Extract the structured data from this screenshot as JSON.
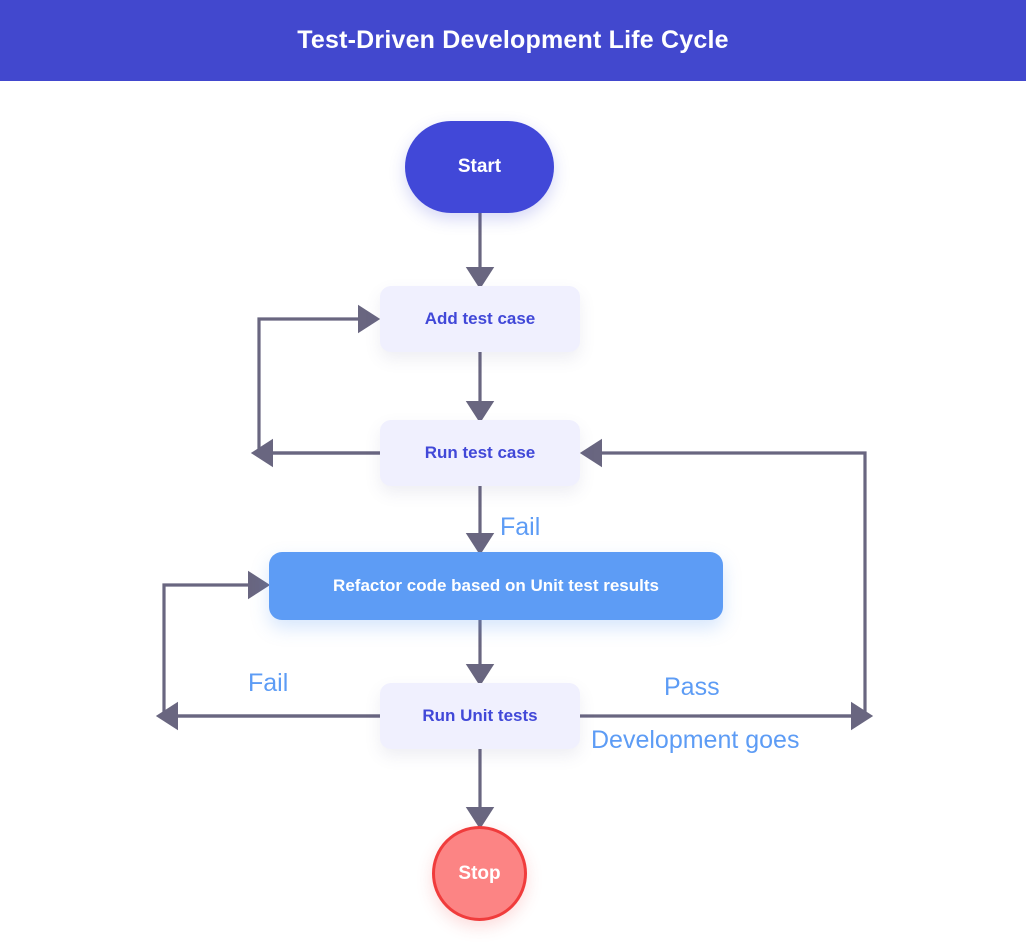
{
  "header": {
    "title": "Test-Driven Development Life Cycle",
    "background_color": "#4248ce",
    "text_color": "#ffffff"
  },
  "diagram": {
    "type": "flowchart",
    "background_color": "#ffffff",
    "connector_color": "#696680",
    "nodes": [
      {
        "id": "start",
        "label": "Start",
        "shape": "stadium",
        "fill": "#4148d8",
        "text_color": "#ffffff"
      },
      {
        "id": "add_test_case",
        "label": "Add test case",
        "shape": "rounded-rect",
        "fill": "#f0f0fe",
        "text_color": "#4148d8"
      },
      {
        "id": "run_test_case",
        "label": "Run test case",
        "shape": "rounded-rect",
        "fill": "#f0f0fe",
        "text_color": "#4148d8"
      },
      {
        "id": "refactor",
        "label": "Refactor code based on Unit test results",
        "shape": "rounded-rect",
        "fill": "#5d9cf5",
        "text_color": "#ffffff"
      },
      {
        "id": "run_unit_tests",
        "label": "Run Unit tests",
        "shape": "rounded-rect",
        "fill": "#f0f0fe",
        "text_color": "#4148d8"
      },
      {
        "id": "stop",
        "label": "Stop",
        "shape": "circle",
        "fill": "#fc8484",
        "border_color": "#f03c3c",
        "text_color": "#ffffff"
      }
    ],
    "edge_labels": {
      "fail_test_case": "Fail",
      "fail_unit_tests": "Fail",
      "pass": "Pass",
      "development_goes": "Development goes",
      "color": "#5d9cf5"
    },
    "edges": [
      {
        "from": "start",
        "to": "add_test_case",
        "label": ""
      },
      {
        "from": "add_test_case",
        "to": "run_test_case",
        "label": ""
      },
      {
        "from": "run_test_case",
        "to": "add_test_case",
        "label": "",
        "route": "left-loop"
      },
      {
        "from": "run_test_case",
        "to": "refactor",
        "label": "Fail"
      },
      {
        "from": "refactor",
        "to": "run_unit_tests",
        "label": ""
      },
      {
        "from": "run_unit_tests",
        "to": "refactor",
        "label": "Fail",
        "route": "left-loop"
      },
      {
        "from": "run_unit_tests",
        "to": "run_test_case",
        "label": "Pass / Development goes",
        "route": "right-loop"
      },
      {
        "from": "run_unit_tests",
        "to": "stop",
        "label": ""
      }
    ]
  }
}
